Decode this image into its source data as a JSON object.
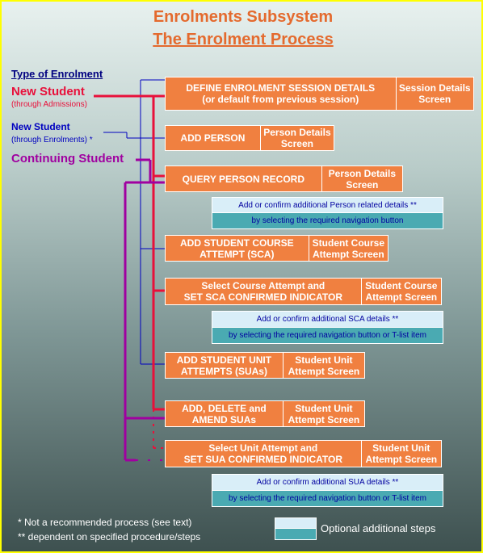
{
  "title": "Enrolments Subsystem",
  "subtitle": "The Enrolment Process",
  "type_heading": "Type of Enrolment",
  "enrolment_types": {
    "new_student": "New Student",
    "new_student_note": "(through Admissions)",
    "new_student_enrol": "New Student",
    "new_student_enrol_note": "(through Enrolments)",
    "new_student_enrol_mark": "*",
    "continuing_student": "Continuing Student"
  },
  "steps": [
    {
      "line1": "DEFINE ENROLMENT SESSION DETAILS",
      "line2": "(or default from previous session)",
      "screen1": "Session Details",
      "screen2": "Screen"
    },
    {
      "line1": "ADD PERSON",
      "line2": "",
      "screen1": "Person Details",
      "screen2": "Screen"
    },
    {
      "line1": "QUERY PERSON RECORD",
      "line2": "",
      "screen1": "Person Details",
      "screen2": "Screen"
    },
    {
      "line1": "ADD STUDENT COURSE",
      "line2": "ATTEMPT (SCA)",
      "screen1": "Student Course",
      "screen2": "Attempt Screen"
    },
    {
      "line1": "Select Course Attempt and",
      "line2": "SET SCA CONFIRMED INDICATOR",
      "screen1": "Student Course",
      "screen2": "Attempt Screen"
    },
    {
      "line1": "ADD STUDENT UNIT",
      "line2": "ATTEMPTS (SUAs)",
      "screen1": "Student Unit",
      "screen2": "Attempt Screen"
    },
    {
      "line1": "ADD, DELETE and",
      "line2": "AMEND SUAs",
      "screen1": "Student Unit",
      "screen2": "Attempt Screen"
    },
    {
      "line1": "Select Unit Attempt and",
      "line2": "SET SUA CONFIRMED INDICATOR",
      "screen1": "Student Unit",
      "screen2": "Attempt Screen"
    }
  ],
  "optional_steps": [
    {
      "top": "Add or confirm additional Person related details **",
      "bottom": "by selecting the required navigation button"
    },
    {
      "top": "Add or confirm additional SCA details **",
      "bottom": "by selecting the required navigation button or T-list item"
    },
    {
      "top": "Add or confirm additional SUA details **",
      "bottom": "by selecting the required navigation button or T-list item"
    }
  ],
  "footnotes": {
    "note1": "*  Not a recommended process (see text)",
    "note2": "** dependent on specified procedure/steps"
  },
  "legend": {
    "label": "Optional additional steps"
  },
  "colors": {
    "title": "#e46a2e",
    "step_box": "#f08040",
    "new_student": "#e8103a",
    "new_student_enrol": "#0000c0",
    "continuing_student": "#a000a0",
    "optional_top": "#d9eef8",
    "optional_bottom": "#4aaab2"
  }
}
